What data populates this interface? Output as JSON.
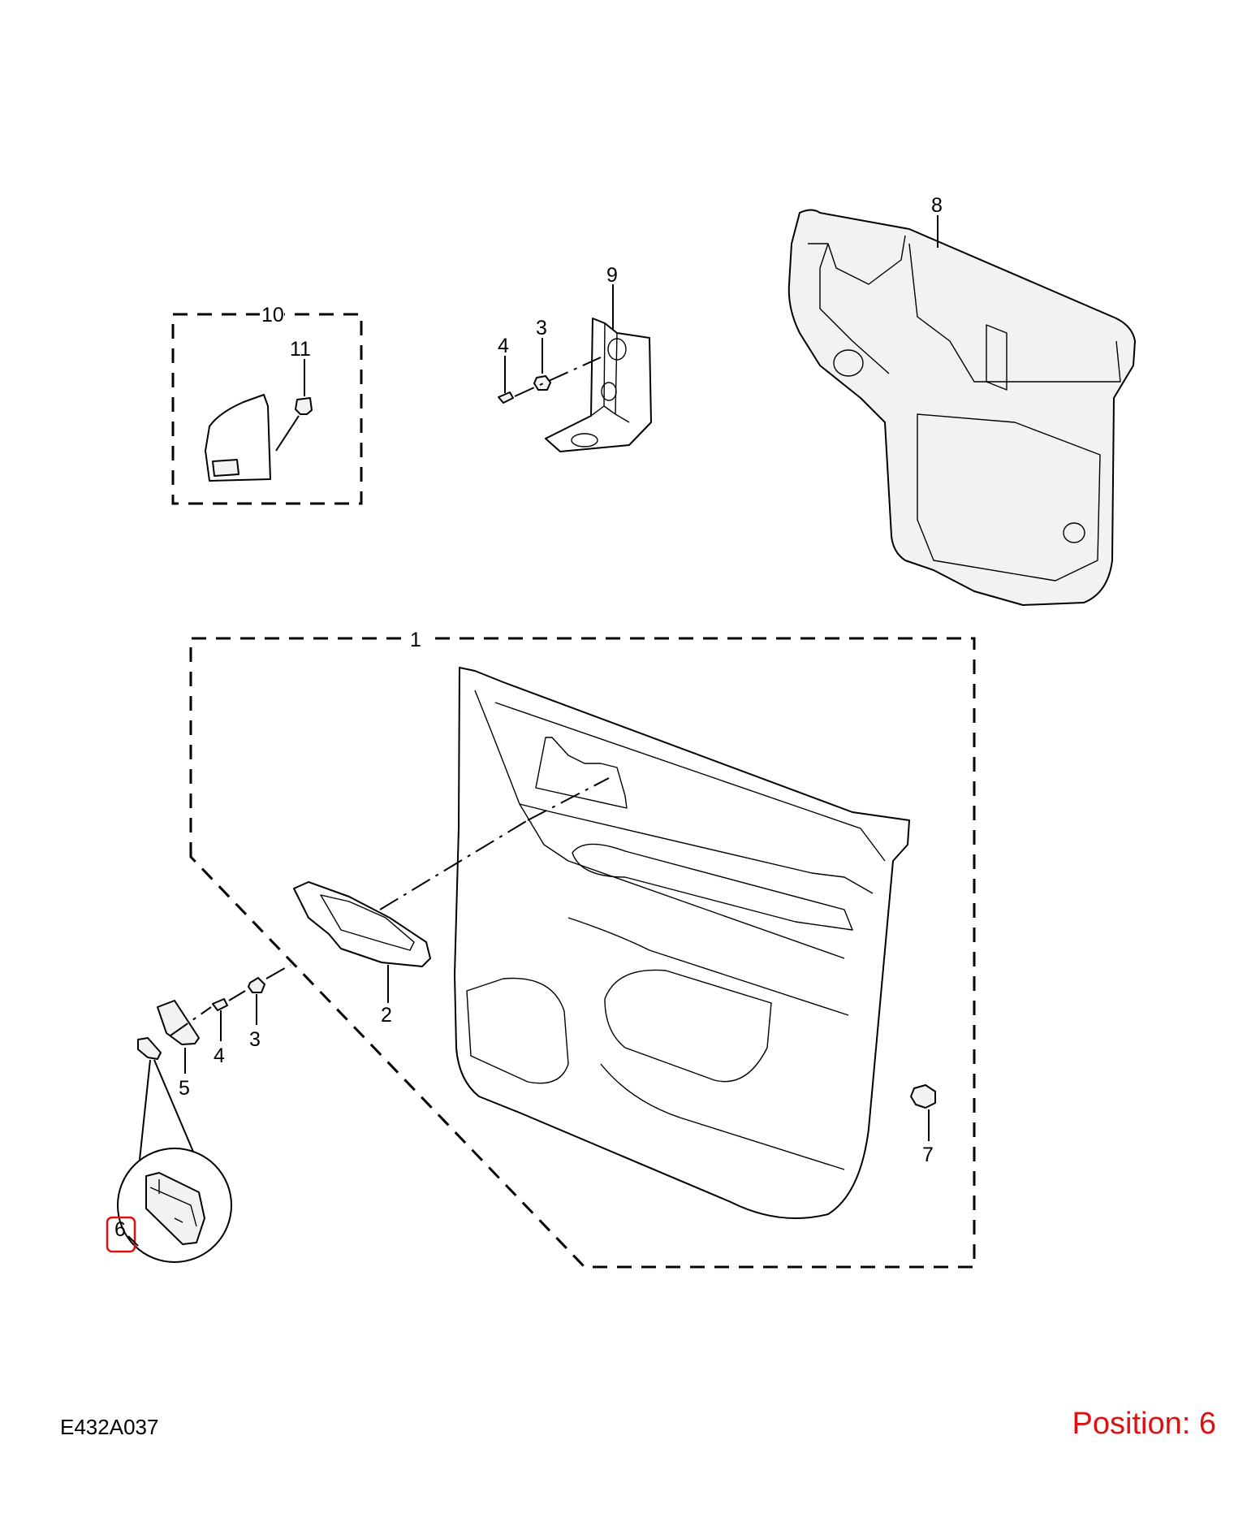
{
  "callouts": {
    "c1": "1",
    "c2": "2",
    "c3a": "3",
    "c3b": "3",
    "c4a": "4",
    "c4b": "4",
    "c5": "5",
    "c6": "6",
    "c7": "7",
    "c8": "8",
    "c9": "9",
    "c10": "10",
    "c11": "11"
  },
  "footer": {
    "drawing_code": "E432A037",
    "position_label": "Position: 6"
  },
  "colors": {
    "line": "#000000",
    "highlight": "#e01010",
    "background": "#ffffff"
  },
  "selected_position": "6"
}
